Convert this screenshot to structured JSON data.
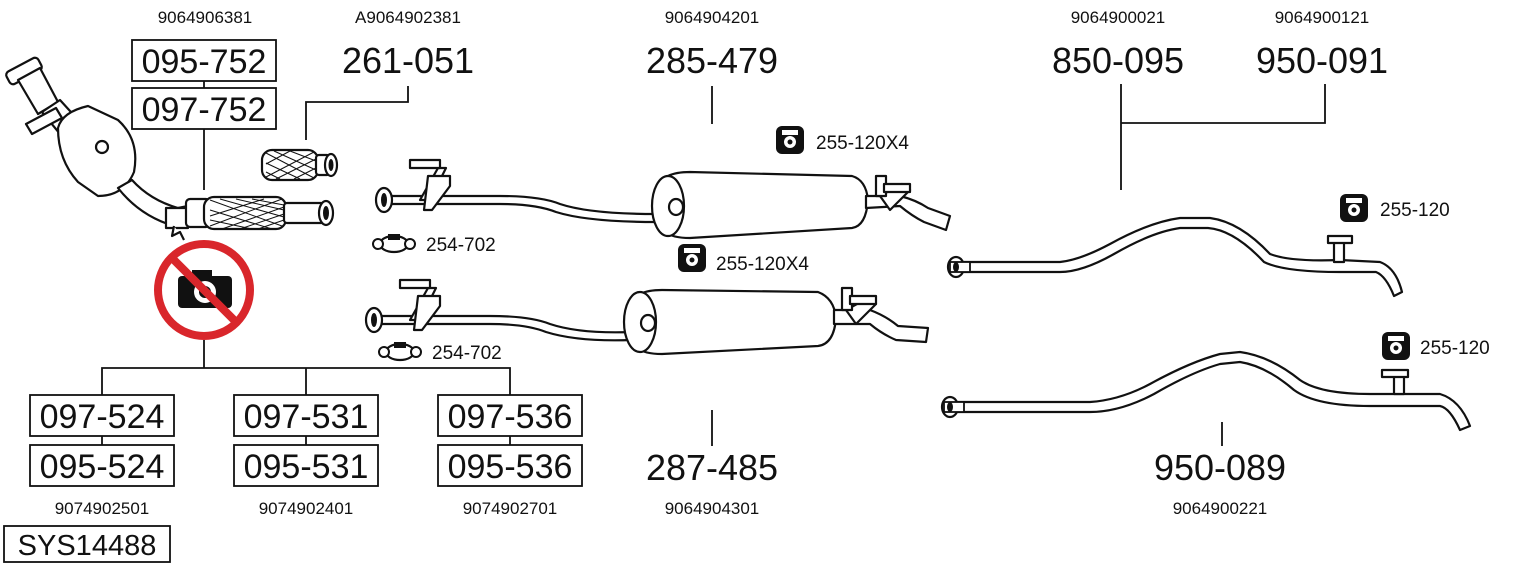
{
  "oem_numbers": {
    "cat_top": "9064906381",
    "flex_top": "A9064902381",
    "mid_top": "9064904201",
    "rear_left_top": "9064900021",
    "rear_right_top": "9064900121",
    "dpf_1": "9074902501",
    "dpf_2": "9074902401",
    "dpf_3": "9074902701",
    "mid_bottom": "9064904301",
    "rear_bottom": "9064900221"
  },
  "part_numbers": {
    "cat_a": "095-752",
    "cat_b": "097-752",
    "flex": "261-051",
    "mid_top": "285-479",
    "rear_top_left": "850-095",
    "rear_top_right": "950-091",
    "dpf_1a": "097-524",
    "dpf_1b": "095-524",
    "dpf_2a": "097-531",
    "dpf_2b": "095-531",
    "dpf_3a": "097-536",
    "dpf_3b": "095-536",
    "mid_bottom": "287-485",
    "rear_bottom": "950-089"
  },
  "system_code": "SYS14488",
  "fittings": {
    "hanger_mid_top": "255-120X4",
    "hanger_mid_bottom": "255-120X4",
    "clamp_top": "254-702",
    "clamp_bottom": "254-702",
    "hanger_rear_top": "255-120",
    "hanger_rear_bottom": "255-120"
  },
  "icons": {
    "no_photo": "no-photo-icon",
    "hanger": "rubber-hanger-icon",
    "clamp": "pipe-clamp-icon",
    "prohibit_color": "#d9262b"
  }
}
